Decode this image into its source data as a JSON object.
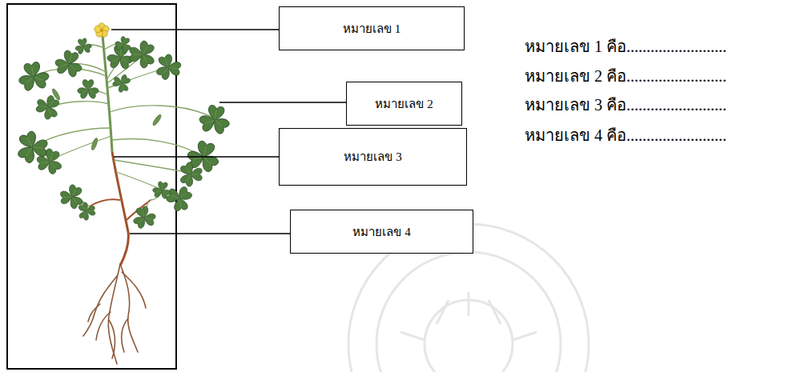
{
  "diagram": {
    "nodes": [
      {
        "text": [
          "หมายเลข 1"
        ]
      },
      {
        "text": [
          "หมายเลข 2"
        ]
      },
      {
        "text": [
          "หมายเลข 3"
        ]
      },
      {
        "text": [
          "หมายเลข 4"
        ]
      }
    ],
    "labels": [
      "หมายเลข 1 คือ.........................",
      "หมายเลข 2 คือ.........................",
      "หมายเลข 3 คือ.........................",
      "หมายเลข 4 คือ........................."
    ]
  }
}
